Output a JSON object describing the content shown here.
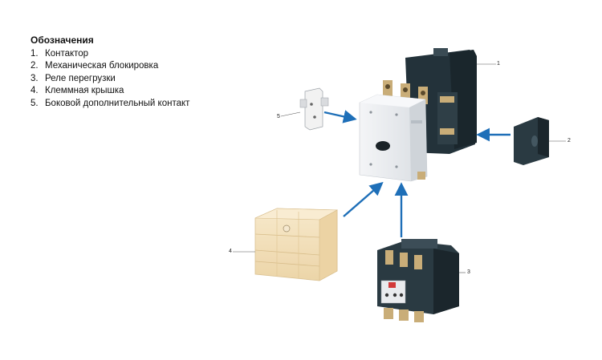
{
  "legend": {
    "title": "Обозначения",
    "items": [
      {
        "num": "1.",
        "label": "Контактор"
      },
      {
        "num": "2.",
        "label": "Механическая блокировка"
      },
      {
        "num": "3.",
        "label": "Реле перегрузки"
      },
      {
        "num": "4.",
        "label": "Клеммная крышка"
      },
      {
        "num": "5.",
        "label": "Боковой дополнительный контакт"
      }
    ]
  },
  "callouts": {
    "c1": "1",
    "c2": "2",
    "c3": "3",
    "c4": "4",
    "c5": "5"
  },
  "colors": {
    "arrow": "#1e6fb8",
    "housing_dark": "#2a3a42",
    "front_panel": "#e9ebee",
    "terminal": "#c9ad78",
    "cover": "#f3dfb6",
    "relay_label_red": "#d23a3a"
  }
}
